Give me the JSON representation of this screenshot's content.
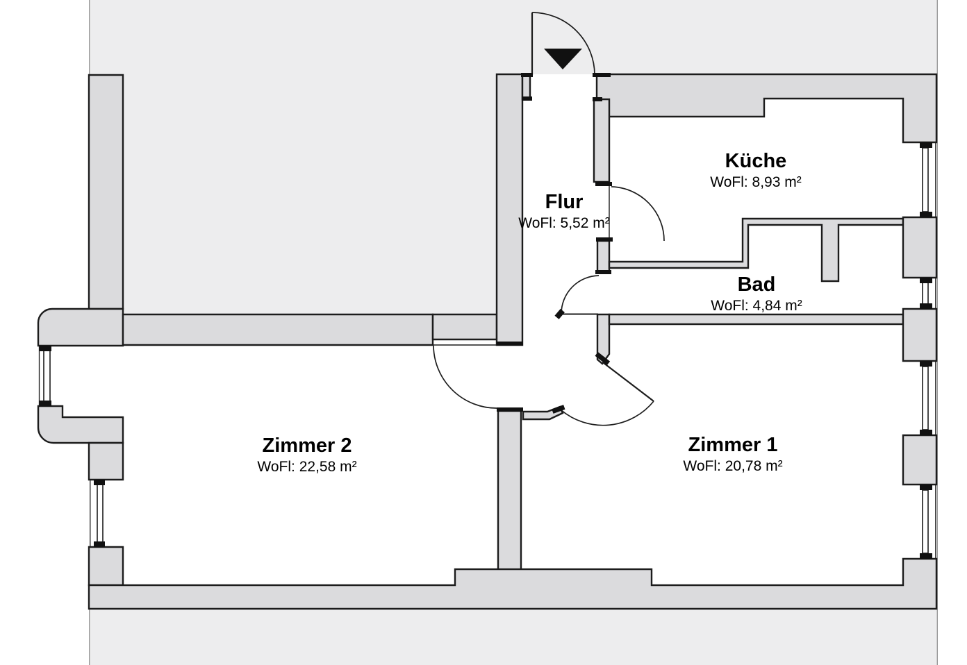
{
  "plan_type": "floor-plan",
  "colors": {
    "page_bg": "#ffffff",
    "plan_bg": "#ededee",
    "wall_fill": "#dbdbdd",
    "line": "#1c1c1c",
    "entrance_marker": "#111111"
  },
  "rooms": [
    {
      "id": "flur",
      "name": "Flur",
      "area": "WoFl: 5,52 m²"
    },
    {
      "id": "kueche",
      "name": "Küche",
      "area": "WoFl: 8,93 m²"
    },
    {
      "id": "bad",
      "name": "Bad",
      "area": "WoFl: 4,84 m²"
    },
    {
      "id": "zimmer1",
      "name": "Zimmer 1",
      "area": "WoFl: 20,78 m²"
    },
    {
      "id": "zimmer2",
      "name": "Zimmer 2",
      "area": "WoFl: 22,58 m²"
    }
  ],
  "icons": {
    "entrance_arrow": "entrance-direction-triangle"
  }
}
